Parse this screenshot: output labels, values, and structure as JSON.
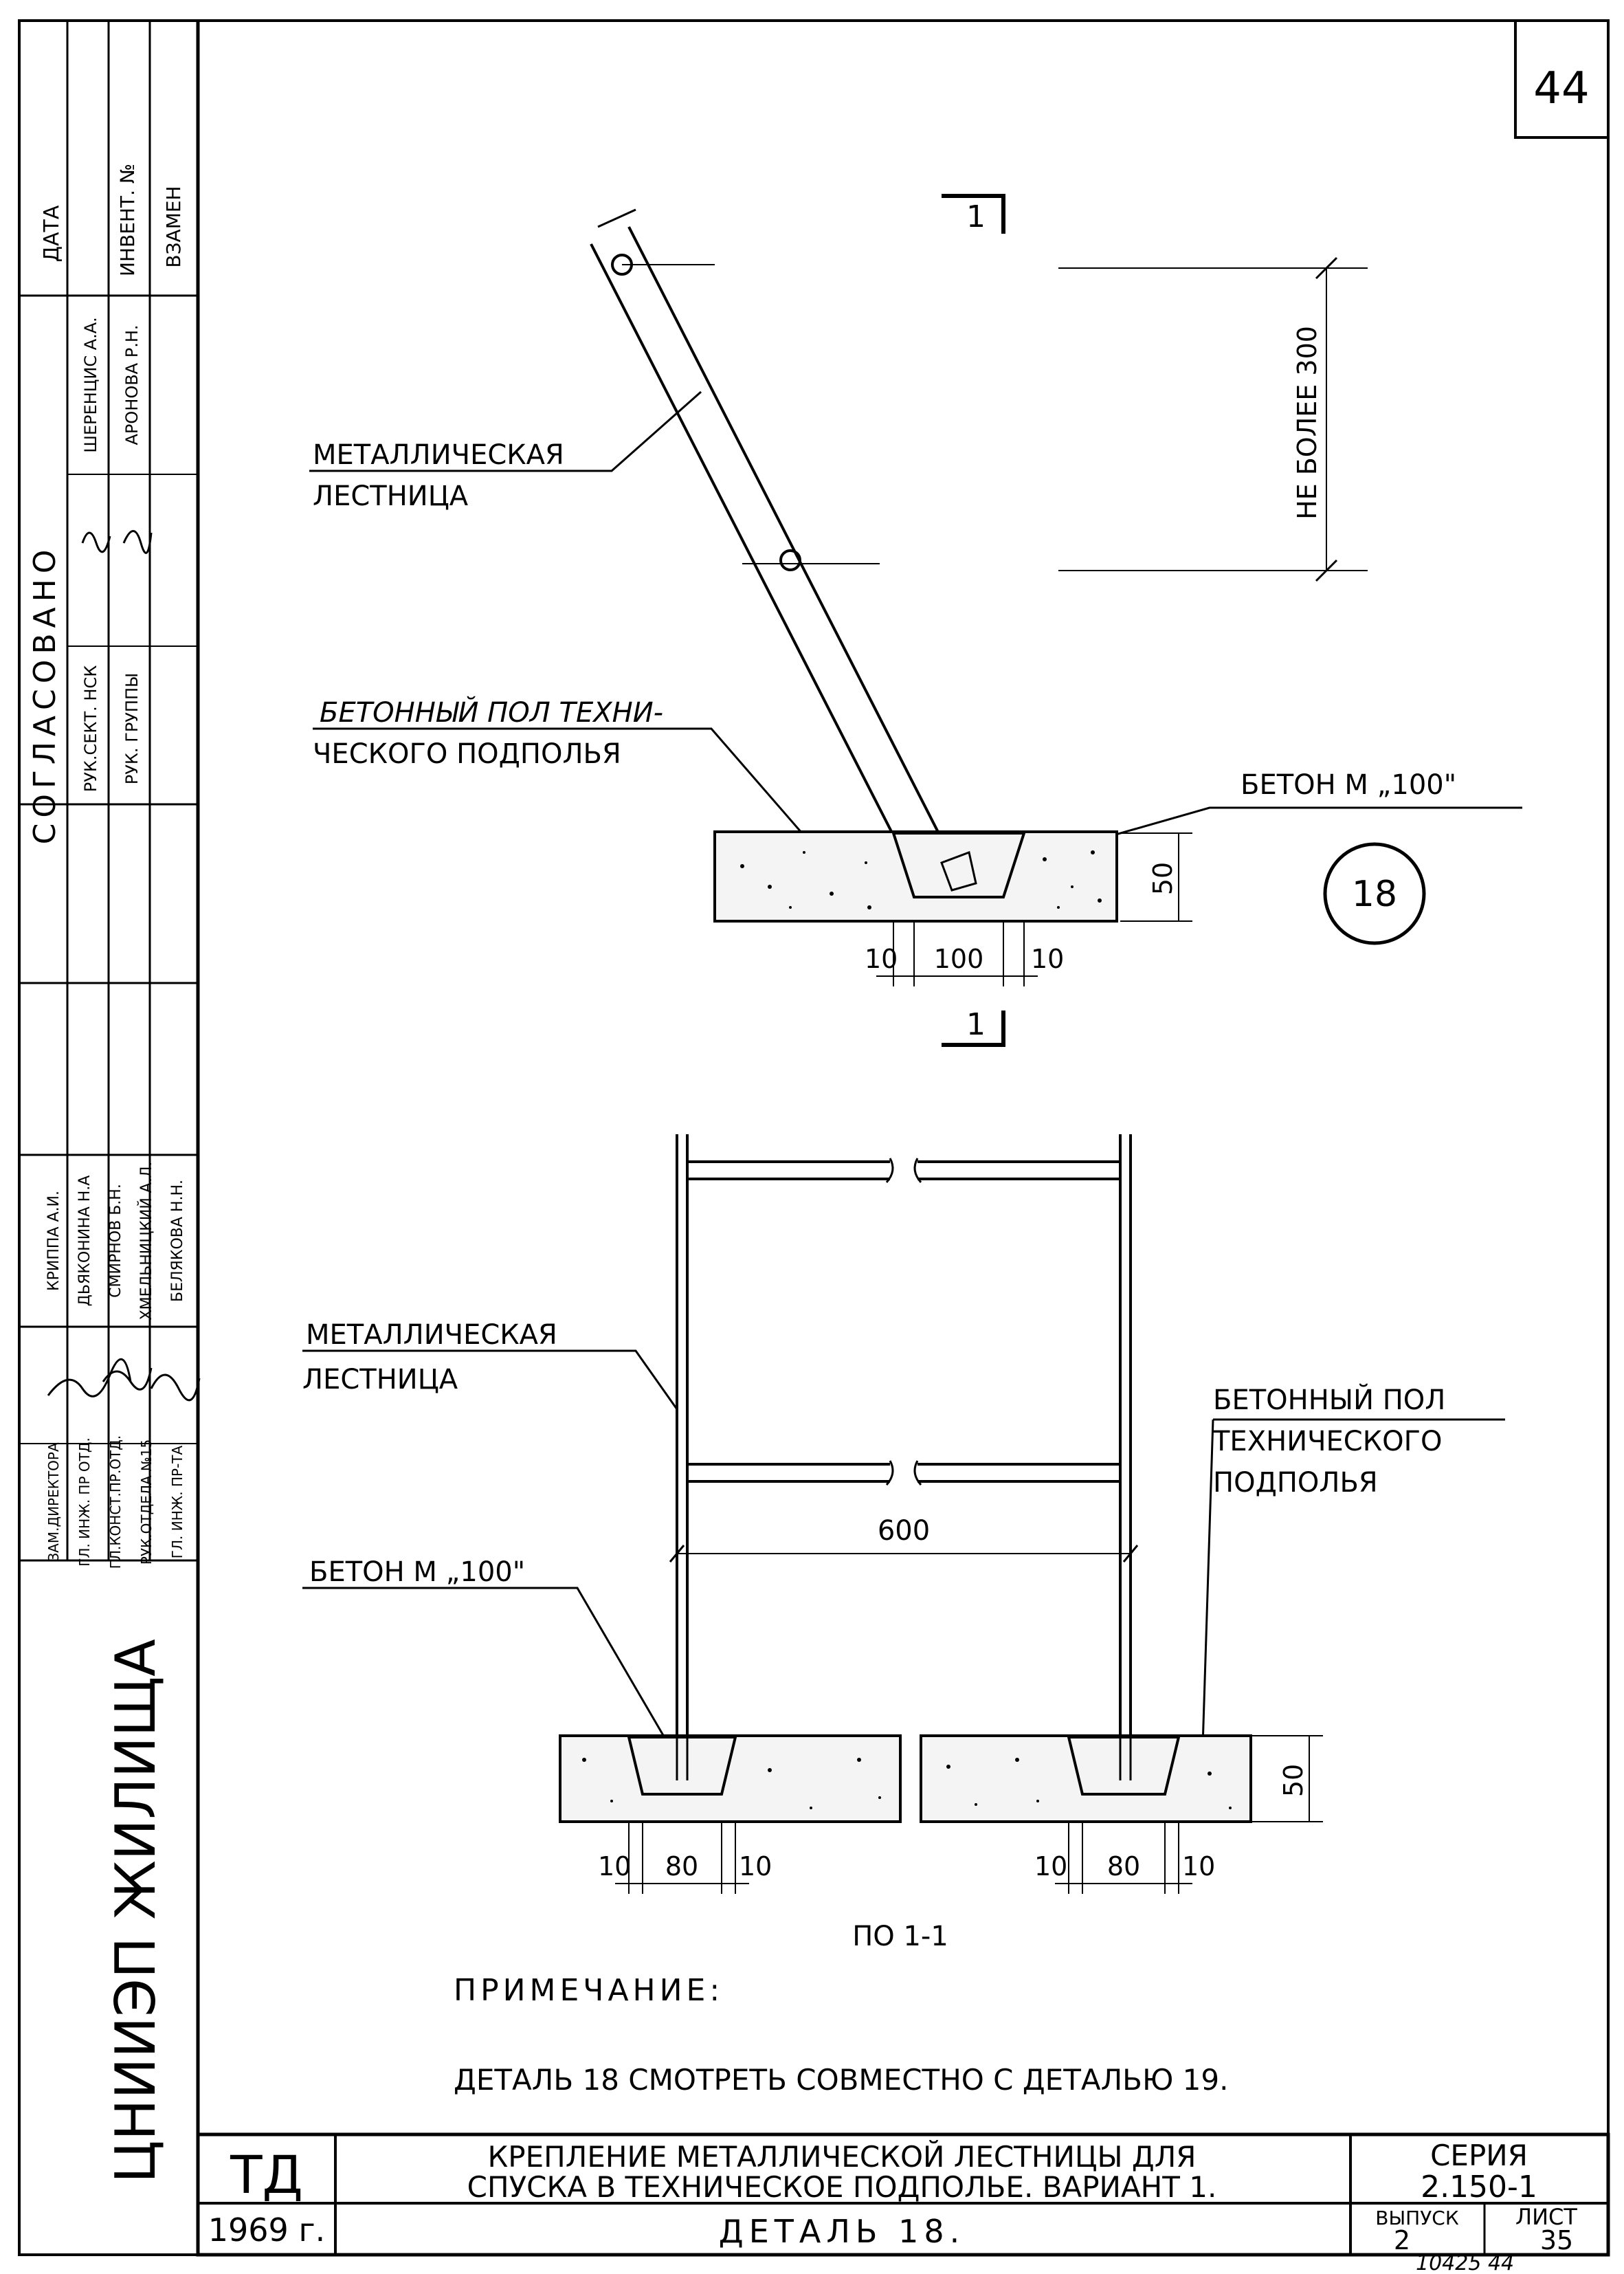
{
  "sheet_number": "44",
  "section_marker": "1",
  "detail_number": "18",
  "plan_view": {
    "ladder_label_line1": "МЕТАЛЛИЧЕСКАЯ",
    "ladder_label_line2": "ЛЕСТНИЦА",
    "floor_label_line1": "БЕТОННЫЙ ПОЛ ТЕХНИ-",
    "floor_label_line2": "ЧЕСКОГО ПОДПОЛЬЯ",
    "concrete_label": "БЕТОН М „100\"",
    "height_dim": "НЕ БОЛЕЕ 300",
    "slab_thickness": "50",
    "dim_10_left": "10",
    "dim_100": "100",
    "dim_10_right": "10"
  },
  "section_view": {
    "ladder_label_line1": "МЕТАЛЛИЧЕСКАЯ",
    "ladder_label_line2": "ЛЕСТНИЦА",
    "floor_label_line1": "БЕТОННЫЙ ПОЛ",
    "floor_label_line2": "ТЕХНИЧЕСКОГО",
    "floor_label_line3": "ПОДПОЛЬЯ",
    "concrete_label": "БЕТОН М „100\"",
    "width_dim": "600",
    "slab_thickness": "50",
    "dims_left": [
      "10",
      "80",
      "10"
    ],
    "dims_right": [
      "10",
      "80",
      "10"
    ],
    "caption": "ПО 1-1"
  },
  "note": {
    "heading": "ПРИМЕЧАНИЕ:",
    "text": "ДЕТАЛЬ 18 СМОТРЕТЬ СОВМЕСТНО С ДЕТАЛЬЮ 19."
  },
  "title_block": {
    "code": "ТД",
    "year": "1969 г.",
    "title_line1": "КРЕПЛЕНИЕ МЕТАЛЛИЧЕСКОЙ ЛЕСТНИЦЫ ДЛЯ",
    "title_line2": "СПУСКА В ТЕХНИЧЕСКОЕ ПОДПОЛЬЕ. ВАРИАНТ 1.",
    "subtitle": "ДЕТАЛЬ 18.",
    "series_label": "СЕРИЯ",
    "series_value": "2.150-1",
    "issue_label": "ВЫПУСК",
    "issue_value": "2",
    "sheet_label": "ЛИСТ",
    "sheet_value": "35",
    "handwritten_below": "10425  44"
  },
  "side_stamp": {
    "header": "СОГЛАСОВАНО",
    "col_labels": [
      "ДАТА",
      "ИНВЕНТ. №",
      "ВЗАМЕН"
    ],
    "approval_roles": [
      "РУК.СЕКТ. НСК",
      "РУК. ГРУППЫ"
    ],
    "approval_names": [
      "ШЕРЕНЦИС А.А.",
      "АРОНОВА Р.Н."
    ],
    "roles": [
      "ЗАМ.ДИРЕКТОРА",
      "ГЛ. ИНЖ. ПР ОТД.",
      "ГЛ.КОНСТ.ПР.ОТД.",
      "РУК.ОТДЕЛА №15",
      "ГЛ. ИНЖ. ПР-ТА"
    ],
    "names": [
      "КРИППА А.И.",
      "ДЬЯКОНИНА Н.А",
      "СМИРНОВ Б.Н.",
      "ХМЕЛЬНИЦКИЙ А.Л.",
      "БЕЛЯКОВА Н.Н."
    ],
    "organization": "ЦНИИЭП ЖИЛИЩА"
  }
}
